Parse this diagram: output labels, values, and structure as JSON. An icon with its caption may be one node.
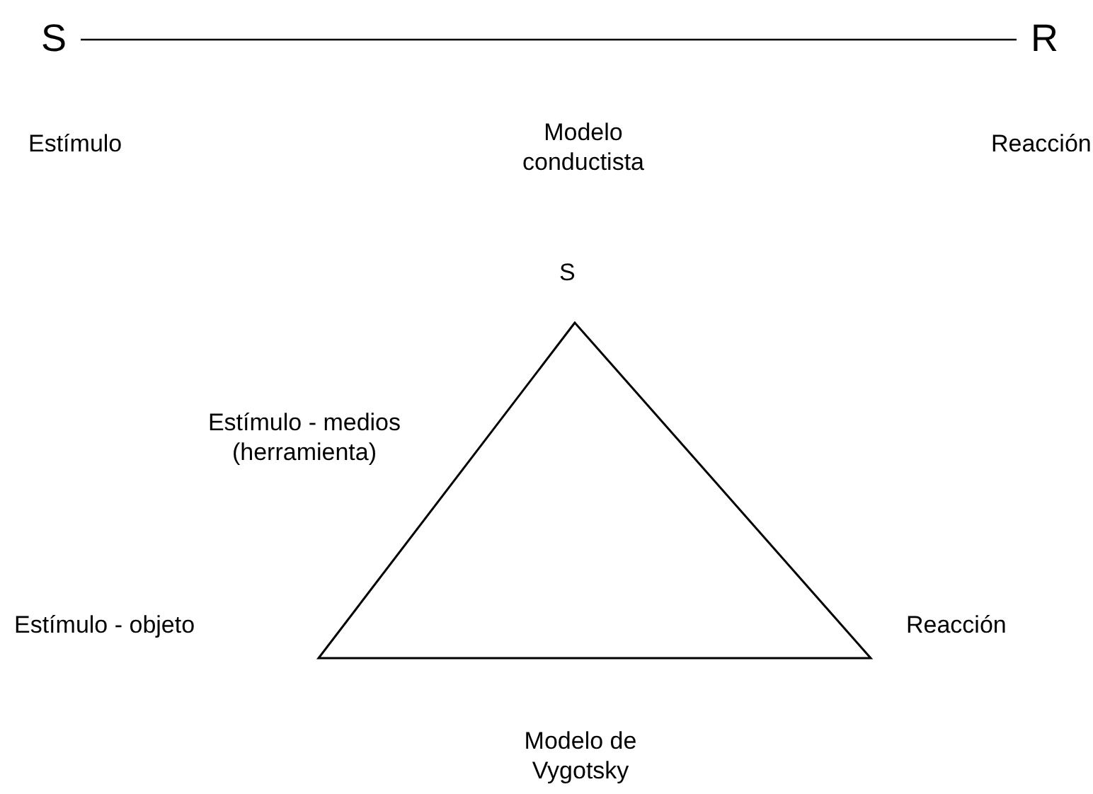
{
  "diagram": {
    "nodes": [
      {
        "text": [
          "S"
        ]
      },
      {
        "text": [
          "R"
        ]
      }
    ],
    "edges": [
      {
        "from": 0,
        "to": 1,
        "arrow": "none"
      }
    ],
    "labels": [
      "Estímulo",
      "Modelo conductista",
      "Reacción",
      "S",
      "Estímulo - medios (herramienta)",
      "Estímulo - objeto",
      "Reacción",
      "Modelo de Vygotsky"
    ]
  }
}
